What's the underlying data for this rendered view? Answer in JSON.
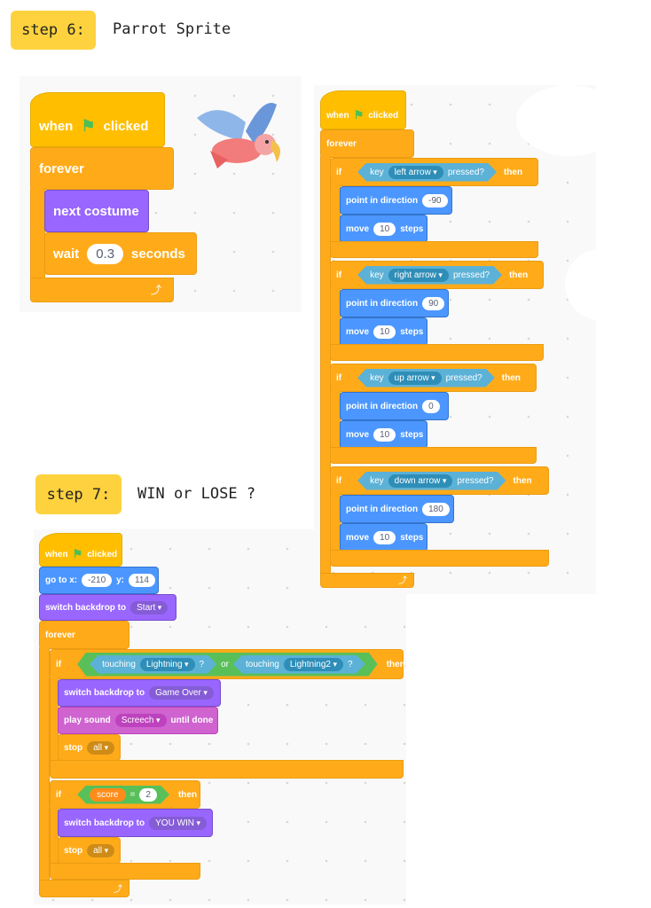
{
  "step6": {
    "label": "step 6:",
    "title": "Parrot Sprite"
  },
  "step7": {
    "label": "step 7:",
    "title": "WIN or LOSE ?"
  },
  "s1": {
    "when": "when",
    "clicked": "clicked",
    "forever": "forever",
    "next_costume": "next costume",
    "wait": "wait",
    "wait_value": "0.3",
    "seconds": "seconds"
  },
  "s2": {
    "when": "when",
    "clicked": "clicked",
    "forever": "forever",
    "if": "if",
    "then": "then",
    "key": "key",
    "pressed": "pressed?",
    "point": "point in direction",
    "move": "move",
    "steps": "steps",
    "branches": [
      {
        "key": "left arrow",
        "direction": "-90",
        "steps": "10"
      },
      {
        "key": "right arrow",
        "direction": "90",
        "steps": "10"
      },
      {
        "key": "up arrow",
        "direction": "0",
        "steps": "10"
      },
      {
        "key": "down arrow",
        "direction": "180",
        "steps": "10"
      }
    ]
  },
  "s3": {
    "when": "when",
    "clicked": "clicked",
    "goto": "go to x:",
    "x": "-210",
    "y_label": "y:",
    "y": "114",
    "switch": "switch backdrop to",
    "start": "Start",
    "forever": "forever",
    "if": "if",
    "then": "then",
    "touching": "touching",
    "q": "?",
    "or": "or",
    "lightning": "Lightning",
    "lightning2": "Lightning2",
    "game_over": "Game Over",
    "play_sound": "play sound",
    "sound": "Screech",
    "until_done": "until done",
    "stop": "stop",
    "all": "all",
    "score": "score",
    "eq": "=",
    "score_value": "2",
    "you_win": "YOU WIN"
  }
}
